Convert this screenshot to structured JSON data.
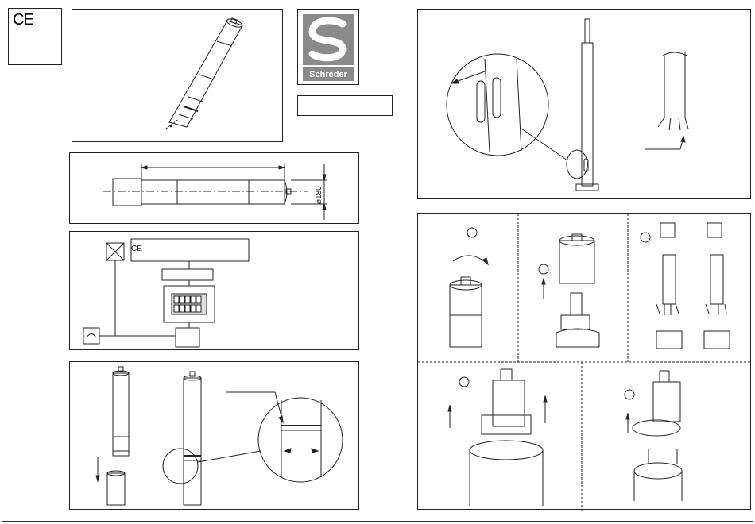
{
  "brand": {
    "name": "Schréder",
    "mark": "S"
  },
  "marks": {
    "ce": "CE"
  },
  "dimension": {
    "diameter_label": "⌀180"
  },
  "wiring": {
    "ce_small": "CE"
  }
}
